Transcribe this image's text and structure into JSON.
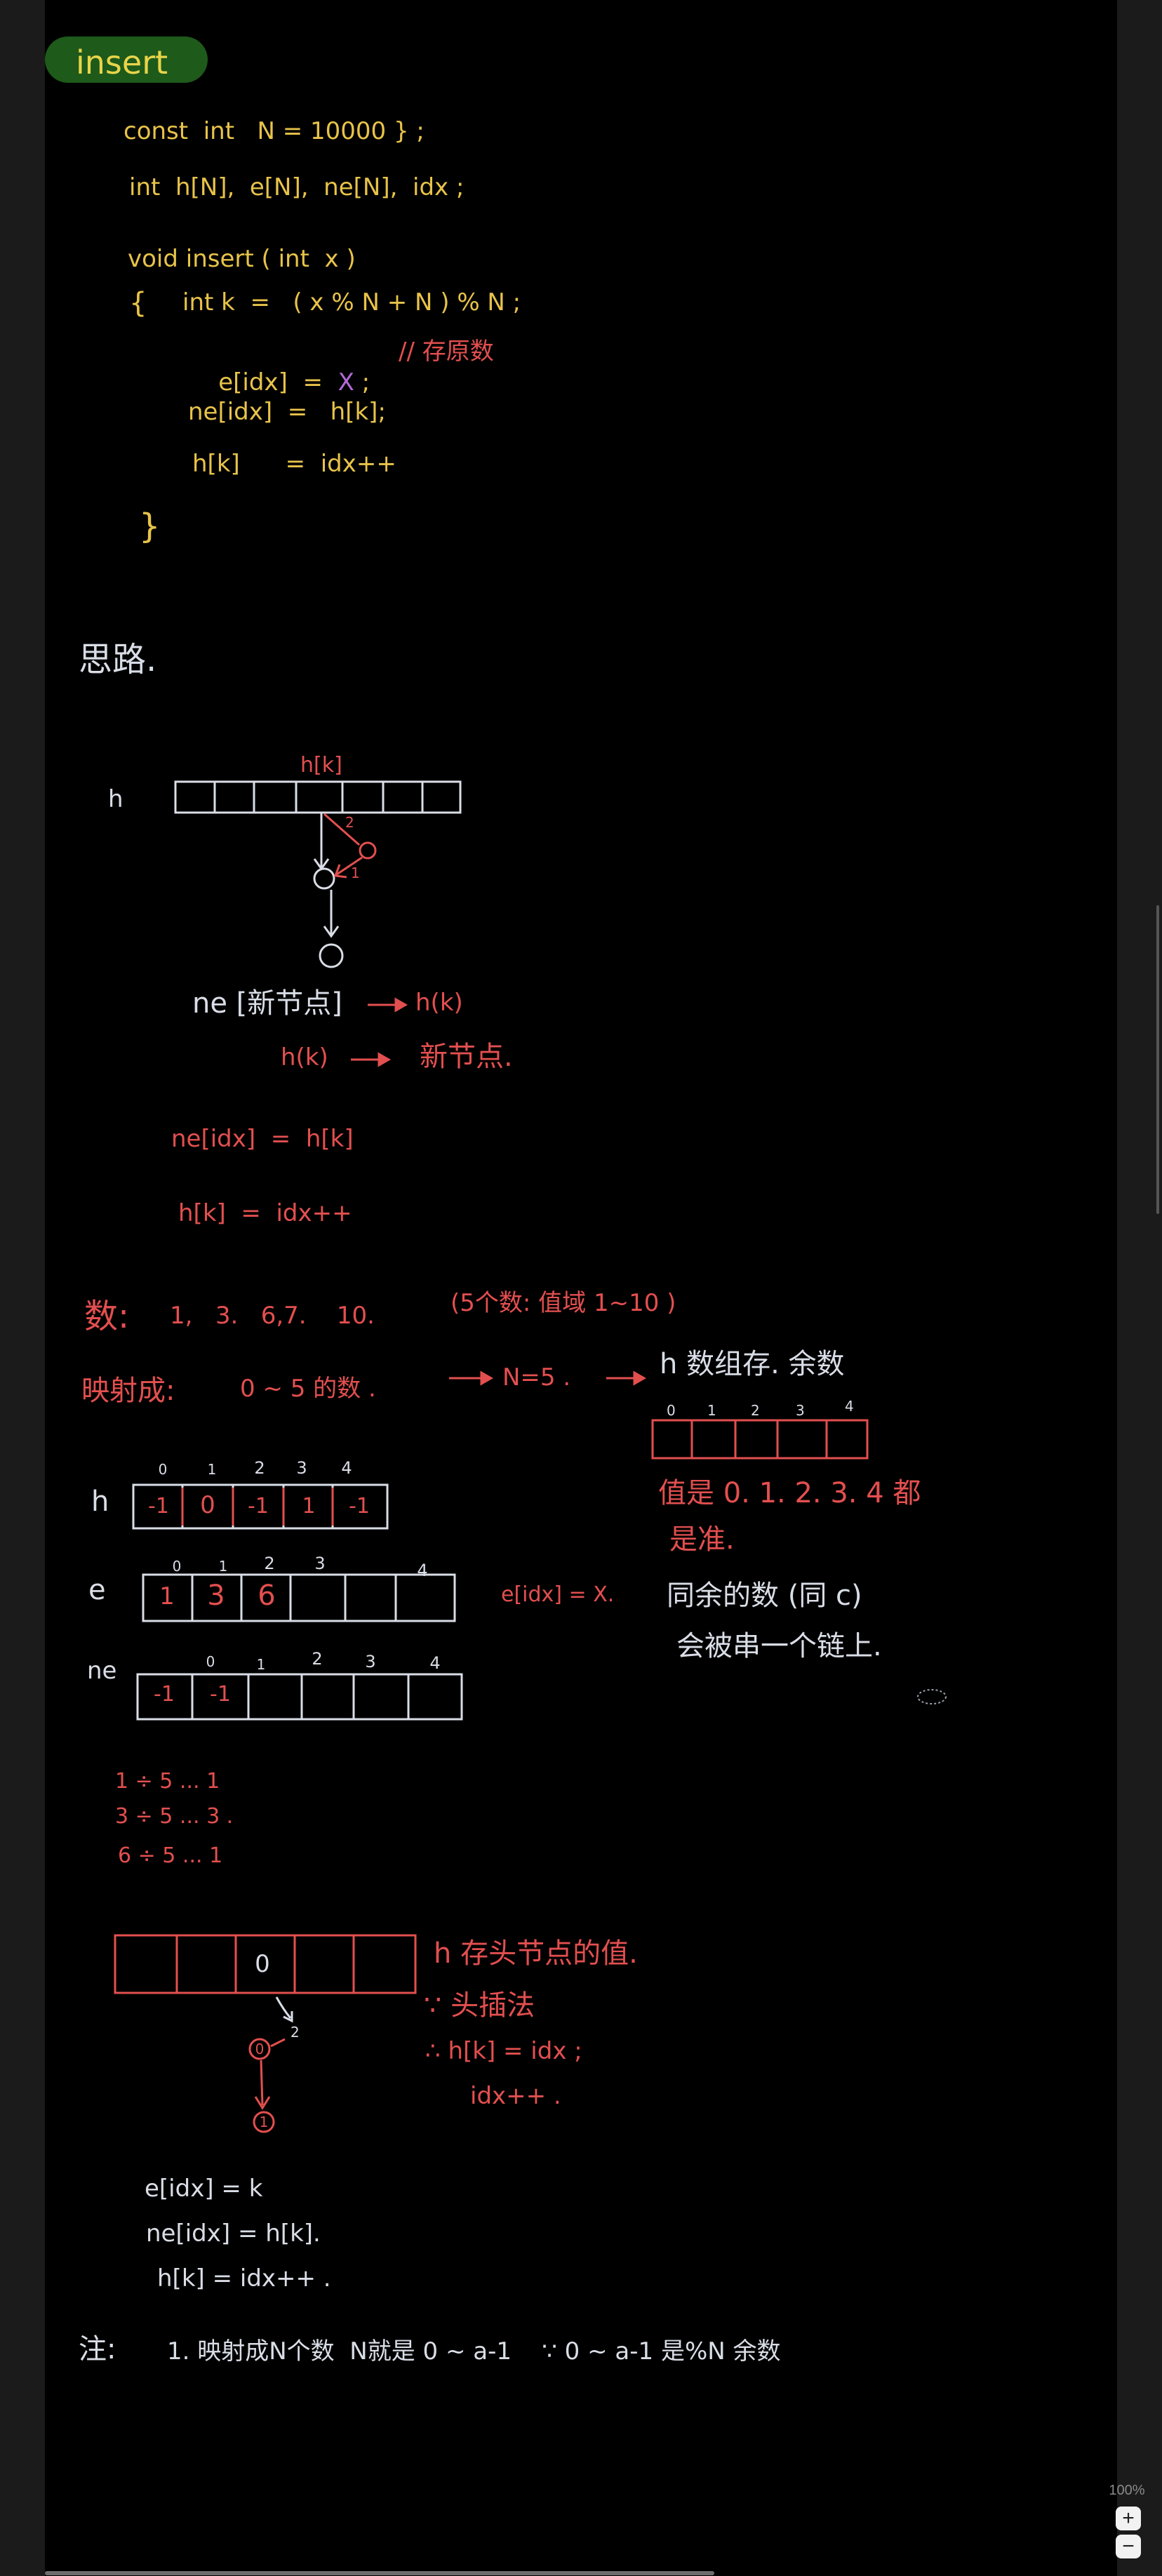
{
  "zoom": {
    "level": "100%",
    "plus": "+",
    "minus": "−"
  },
  "title": "insert",
  "code": {
    "line1": "const  int   N = 10000 } ;",
    "line2": "int  h[N],  e[N],  ne[N],  idx ;",
    "line3": "void insert ( int  x )",
    "line4_brace": "{",
    "line4": "int k  =   ( x % N + N ) % N ;",
    "line5_a": "e[idx]  =  ",
    "line5_x": "X",
    "line5_b": " ;",
    "line5_comment": "// 存原数",
    "line6": "ne[idx]  =   h[k];",
    "line7": "h[k]      =  idx++",
    "close_brace": "}"
  },
  "idea": {
    "heading": "思路.",
    "h_label": "h",
    "hk_label": "h[k]",
    "arrow_num_1": "1",
    "arrow_num_2": "2",
    "stmt1_a": "ne [新节点]",
    "stmt1_b": "h(k)",
    "stmt2_a": "h(k)",
    "stmt2_b": "新节点.",
    "eq1": "ne[idx]  =  h[k]",
    "eq2": "h[k]  =  idx++"
  },
  "example": {
    "numbers_label": "数:",
    "numbers": "1,   3.   6,7.    10.",
    "numbers_note": "(5个数: 值域 1~10 )",
    "map_label": "映射成:",
    "map_text": "0 ~ 5 的数 .",
    "map_N": "N=5 .",
    "map_h": "h 数组存. 余数",
    "right_indices": [
      "0",
      "1",
      "2",
      "3",
      "4"
    ],
    "right_note1": "值是 0. 1. 2. 3. 4 都",
    "right_note2": "是准.",
    "right_note3": "同余的数 (同 c)",
    "right_note4": "会被串一个链上.",
    "h_array": {
      "label": "h",
      "indices": [
        "0",
        "1",
        "2",
        "3",
        "4"
      ],
      "cells": [
        "-1",
        "0",
        "-1",
        "1",
        "-1"
      ]
    },
    "e_array": {
      "label": "e",
      "indices": [
        "0",
        "1",
        "2",
        "3",
        "4"
      ],
      "cells": [
        "1",
        "3",
        "6",
        "",
        ""
      ],
      "note": "e[idx] = X."
    },
    "ne_array": {
      "label": "ne",
      "indices": [
        "0",
        "1",
        "2",
        "3",
        "4"
      ],
      "cells": [
        "-1",
        "-1",
        "",
        "",
        ""
      ]
    },
    "mods": [
      "1 ÷ 5 ... 1",
      "3 ÷ 5 ... 3 .",
      "6 ÷ 5 ... 1"
    ]
  },
  "headinsert": {
    "cells": [
      "",
      "",
      "0",
      "",
      ""
    ],
    "note1": "h 存头节点的值.",
    "note2": "∵ 头插法",
    "note3": "∴ h[k] = idx ;",
    "note4": "idx++ .",
    "node_top": "0",
    "node_bottom": "1",
    "arrow_num": "2"
  },
  "final": {
    "line1": "e[idx] = k",
    "line2": "ne[idx] = h[k].",
    "line3": "h[k] = idx++ ."
  },
  "note": {
    "label": "注:",
    "text": "1. 映射成N个数  N就是 0 ~ a-1    ∵ 0 ~ a-1 是%N 余数"
  },
  "colors": {
    "canvas": "#000000",
    "yellow": "#e8c34a",
    "white": "#d9dde6",
    "red": "#e34f4f",
    "purple": "#b26ad8",
    "badge": "#1e5a1a"
  }
}
